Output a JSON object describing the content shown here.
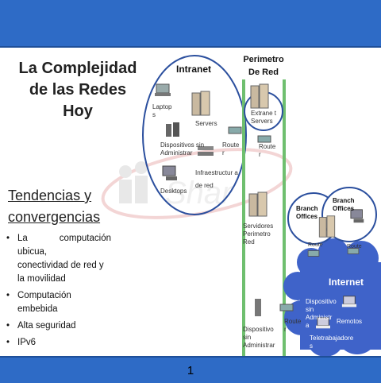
{
  "slide": {
    "title_lines": [
      "La Complejidad",
      "de las Redes",
      "Hoy"
    ],
    "trends_lines": [
      "Tendencias y",
      "convergencias"
    ],
    "page_number": "1",
    "bullets": [
      {
        "lines": [
          "La computación ubicua,",
          "conectividad de red y",
          "la movilidad"
        ]
      },
      {
        "lines": [
          "Computación",
          "embebida"
        ]
      },
      {
        "lines": [
          "Alta seguridad"
        ]
      },
      {
        "lines": [
          "IPv6"
        ]
      }
    ]
  },
  "diagram": {
    "intranet": {
      "title": "Intranet",
      "laptops": "Laptop s",
      "servers": "Servers",
      "devices": "Dispositivos sin Administrar",
      "router": "Route r",
      "infra": "Infraestructur a de red",
      "desktops": "Desktops"
    },
    "perimeter": {
      "title_lines": [
        "Perimetro",
        "De Red"
      ],
      "extranet": "Extrane t Servers",
      "router": "Route r",
      "servers_lines": [
        "Servidores",
        "Perimetro",
        "Red"
      ],
      "devices_lines": [
        "Dispositivo",
        "sin",
        "Administrar"
      ]
    },
    "branches": {
      "label_lines": [
        "Branch",
        "Offices"
      ],
      "router": "Route"
    },
    "internet": {
      "title": "Internet",
      "devices_lines": [
        "Dispositivo sin",
        "Administr",
        "a"
      ],
      "remotes": "Remotos",
      "teleworkers_lines": [
        "Teletrabajadore",
        "s"
      ],
      "router": "Route r"
    }
  },
  "colors": {
    "bar": "#2e6bc6",
    "ellipse_stroke": "#2b4f9e",
    "green_line": "#6fbf6f",
    "cloud": "#3f63c9"
  }
}
